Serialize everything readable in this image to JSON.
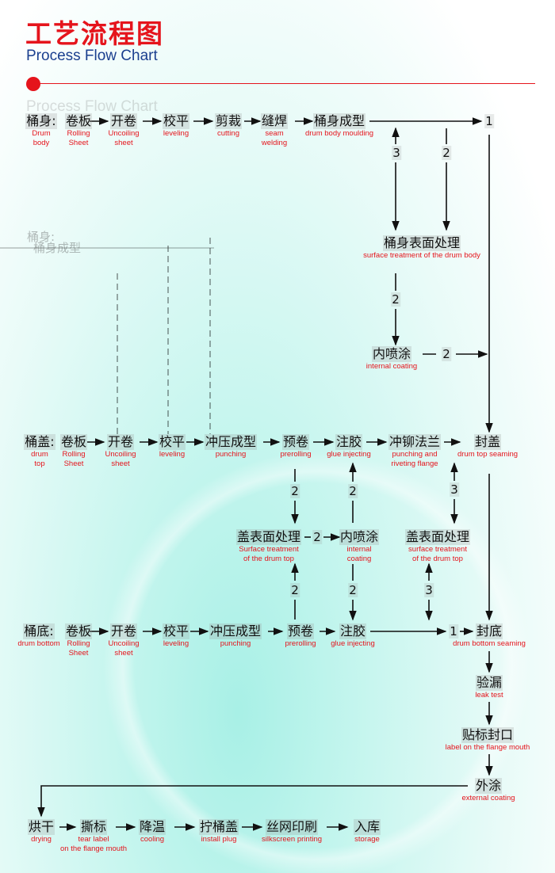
{
  "header": {
    "title": "工艺流程图",
    "subtitle": "Process Flow Chart"
  },
  "body_row": {
    "label": {
      "zh": "桶身:",
      "en1": "Drum",
      "en2": "body"
    },
    "steps": [
      {
        "zh": "卷板",
        "en1": "Rolling",
        "en2": "Sheet"
      },
      {
        "zh": "开卷",
        "en1": "Uncoiling",
        "en2": "sheet"
      },
      {
        "zh": "校平",
        "en1": "leveling"
      },
      {
        "zh": "剪裁",
        "en1": "cutting"
      },
      {
        "zh": "缝焊",
        "en1": "seam",
        "en2": "welding"
      },
      {
        "zh": "桶身成型",
        "en1": "drum body moulding"
      }
    ],
    "surface": {
      "zh": "桶身表面处理",
      "en1": "surface treatment of the drum body"
    },
    "coating": {
      "zh": "内喷涂",
      "en1": "internal coating"
    }
  },
  "top_row": {
    "label": {
      "zh": "桶盖:",
      "en1": "drum",
      "en2": "top"
    },
    "steps": [
      {
        "zh": "卷板",
        "en1": "Rolling",
        "en2": "Sheet"
      },
      {
        "zh": "开卷",
        "en1": "Uncoiling",
        "en2": "sheet"
      },
      {
        "zh": "校平",
        "en1": "leveling"
      },
      {
        "zh": "冲压成型",
        "en1": "punching"
      },
      {
        "zh": "预卷",
        "en1": "prerolling"
      },
      {
        "zh": "注胶",
        "en1": "glue injecting"
      },
      {
        "zh": "冲铆法兰",
        "en1": "punching and",
        "en2": "riveting flange"
      },
      {
        "zh": "封盖",
        "en1": "drum top seaming"
      }
    ],
    "surface1": {
      "zh": "盖表面处理",
      "en1": "Surface treatment",
      "en2": "of the drum top"
    },
    "coating": {
      "zh": "内喷涂",
      "en1": "internal",
      "en2": "coating"
    },
    "surface2": {
      "zh": "盖表面处理",
      "en1": "surface treatment",
      "en2": "of the drum top"
    }
  },
  "bottom_row": {
    "label": {
      "zh": "桶底:",
      "en1": "drum bottom"
    },
    "steps": [
      {
        "zh": "卷板",
        "en1": "Rolling",
        "en2": "Sheet"
      },
      {
        "zh": "开卷",
        "en1": "Uncoiling",
        "en2": "sheet"
      },
      {
        "zh": "校平",
        "en1": "leveling"
      },
      {
        "zh": "冲压成型",
        "en1": "punching"
      },
      {
        "zh": "预卷",
        "en1": "prerolling"
      },
      {
        "zh": "注胶",
        "en1": "glue injecting"
      },
      {
        "zh": "封底",
        "en1": "drum bottom seaming"
      }
    ]
  },
  "final": {
    "steps": [
      {
        "zh": "验漏",
        "en1": "leak test"
      },
      {
        "zh": "贴标封口",
        "en1": "label on the flange mouth"
      },
      {
        "zh": "外涂",
        "en1": "external coating"
      }
    ]
  },
  "finish_row": {
    "steps": [
      {
        "zh": "烘干",
        "en1": "drying"
      },
      {
        "zh": "撕标",
        "en1": "tear label",
        "en2": "on the flange mouth"
      },
      {
        "zh": "降温",
        "en1": "cooling"
      },
      {
        "zh": "拧桶盖",
        "en1": "install plug"
      },
      {
        "zh": "丝网印刷",
        "en1": "silkscreen printing"
      },
      {
        "zh": "入库",
        "en1": "storage"
      }
    ]
  },
  "labels": {
    "one": "1",
    "two": "2",
    "three": "3"
  }
}
